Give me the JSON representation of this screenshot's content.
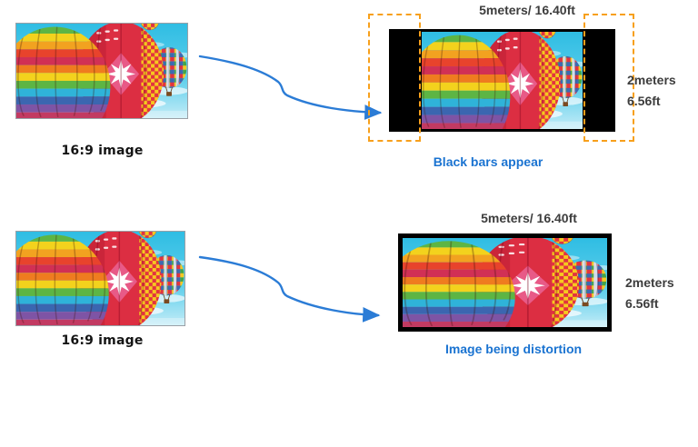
{
  "colors": {
    "caption_blue": "#1a73d1",
    "dimension_text": "#3d3d3d",
    "arrow_blue": "#2b7cd6",
    "highlight_orange": "#f7a01c",
    "screen_black": "#000000",
    "label_black": "#141414"
  },
  "icons": {
    "flow_arrow": "curved-arrow-icon",
    "balloon_photo": "hot-air-balloons-photo"
  },
  "top_row": {
    "source_label": "16:9 image",
    "screen_width": "5meters/ 16.40ft",
    "screen_height_meters": "2meters",
    "screen_height_feet": "6.56ft",
    "caption": "Black bars appear"
  },
  "bottom_row": {
    "source_label": "16:9 image",
    "screen_width": "5meters/ 16.40ft",
    "screen_height_meters": "2meters",
    "screen_height_feet": "6.56ft",
    "caption": "Image being distortion"
  }
}
